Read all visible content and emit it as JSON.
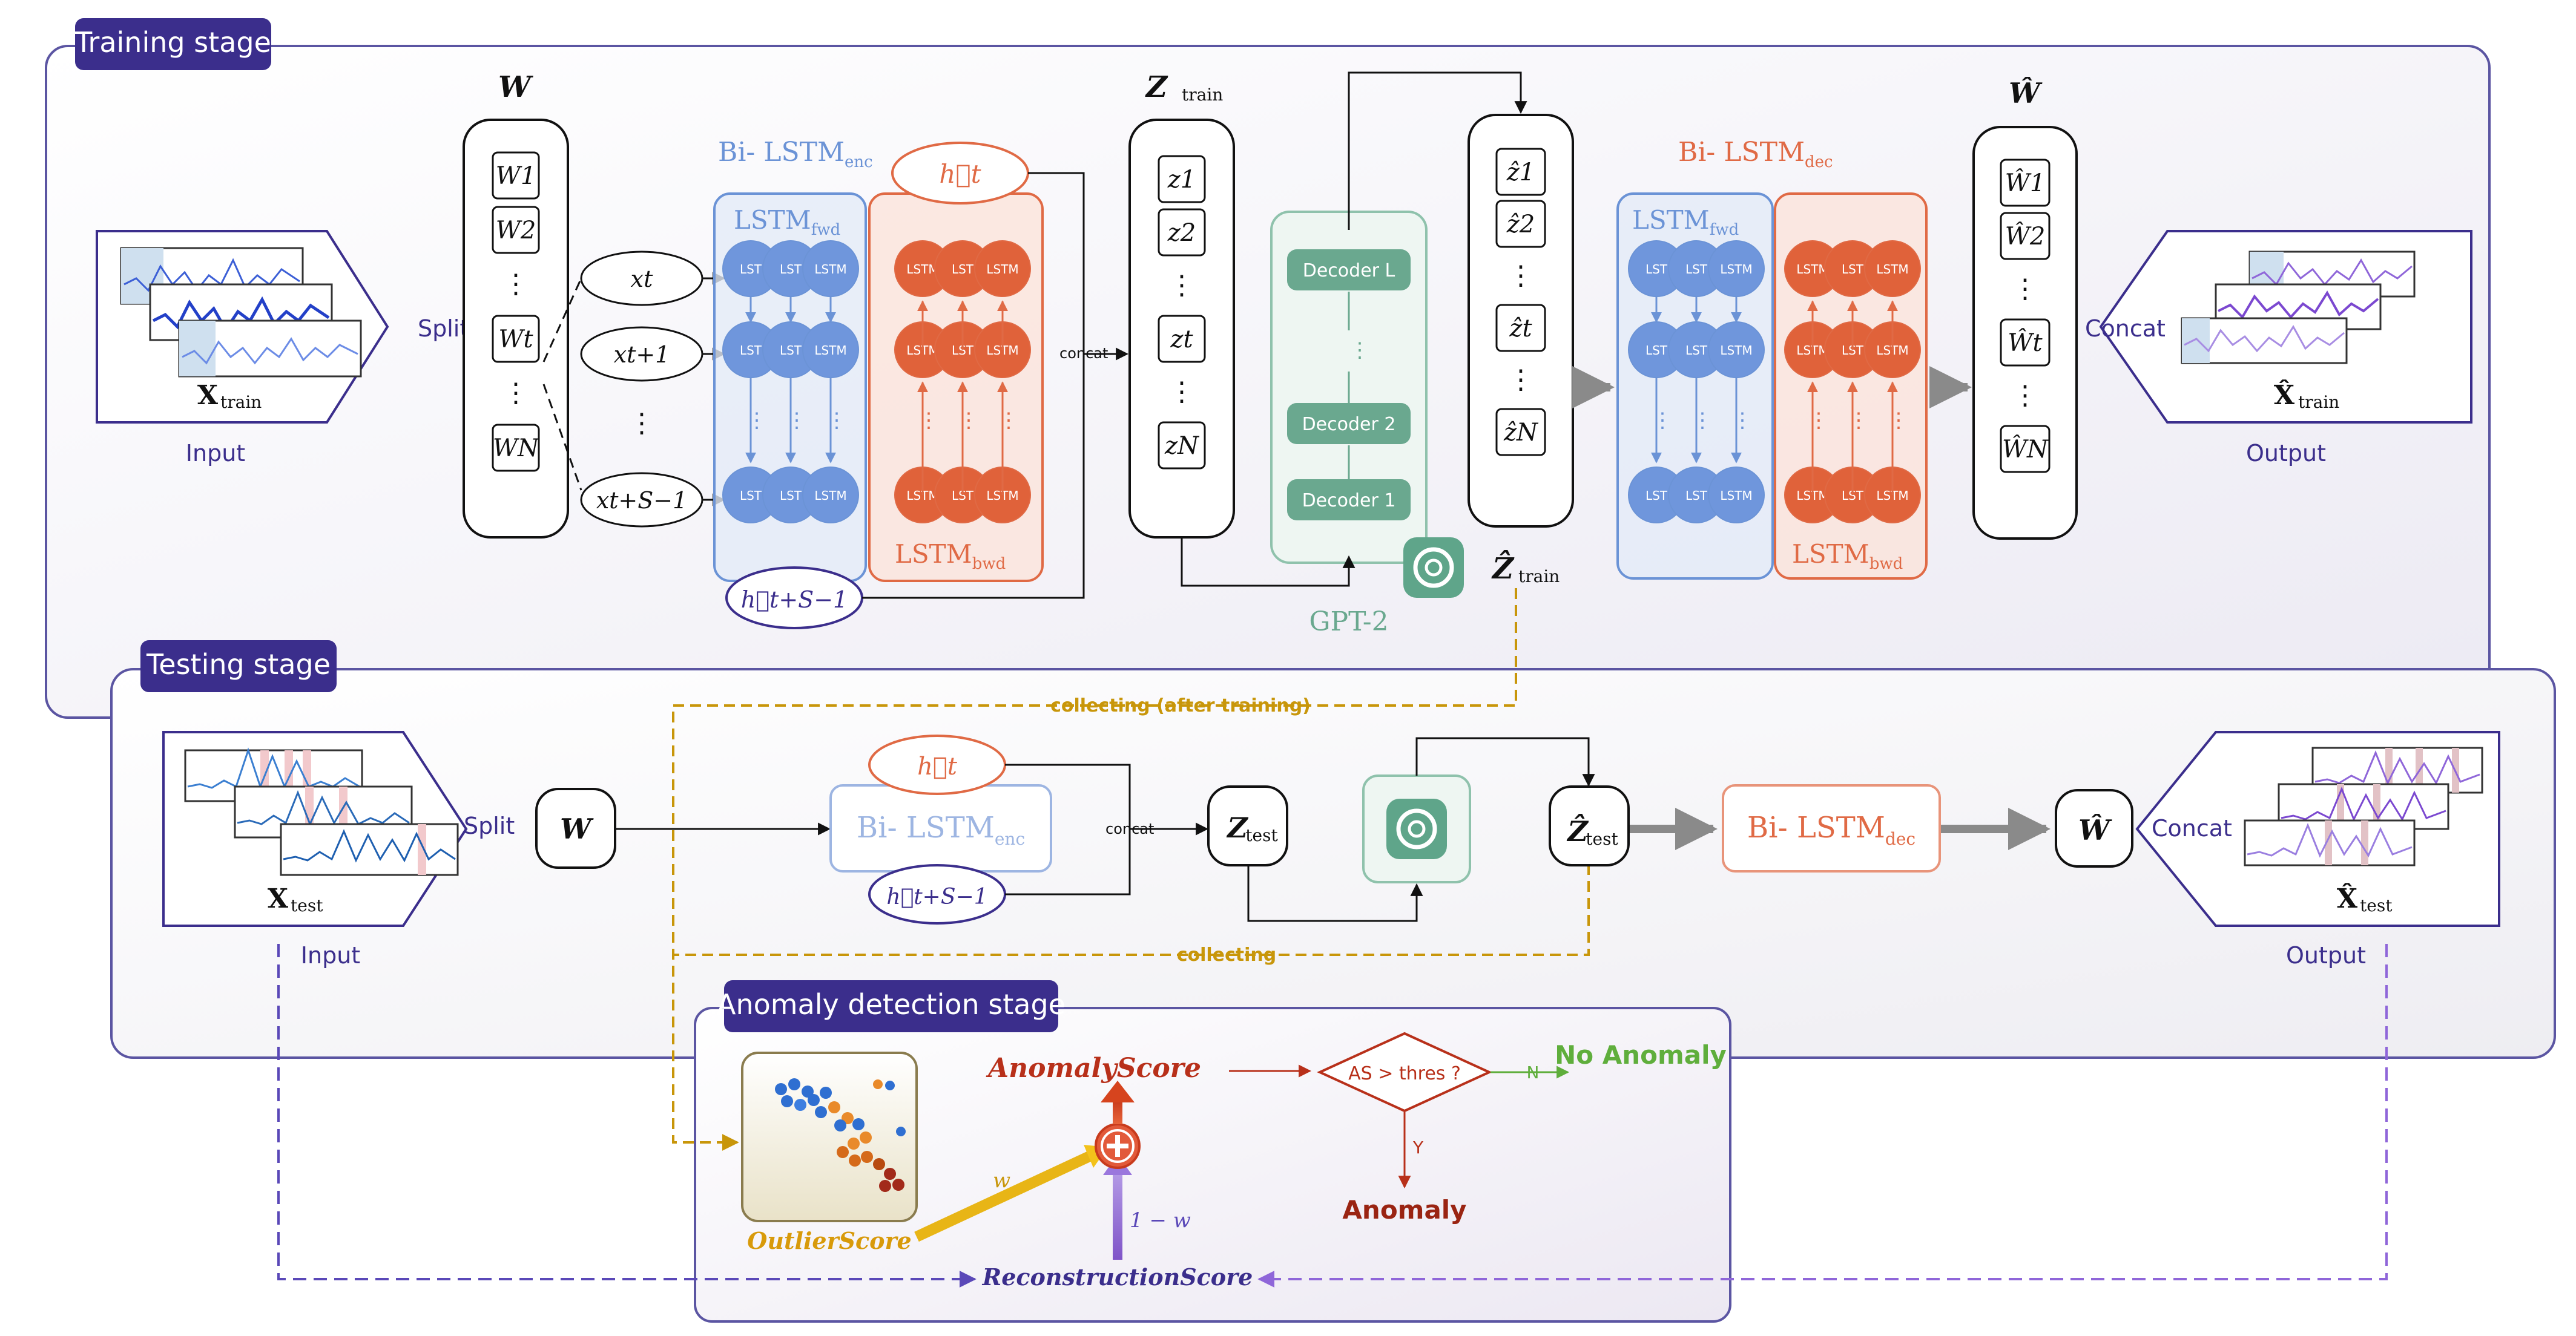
{
  "stages": {
    "training": "Training stage",
    "testing": "Testing stage",
    "anomaly": "Anomaly detection stage"
  },
  "training": {
    "input_label": "Input",
    "output_label": "Output",
    "split": "Split",
    "concat": "Concat",
    "x_train": "X",
    "x_train_sub": "train",
    "xhat_train": "X̂",
    "xhat_train_sub": "train",
    "w_title": "W",
    "w_items": [
      "W1",
      "W2",
      "⋮",
      "Wt",
      "⋮",
      "WN"
    ],
    "x_inputs": [
      "xt",
      "xt+1",
      "⋮",
      "xt+S−1"
    ],
    "enc_title": "Bi- LSTM",
    "enc_sub": "enc",
    "fwd_title": "LSTM",
    "fwd_sub": "fwd",
    "bwd_title": "LSTM",
    "bwd_sub": "bwd",
    "cell_fwd": [
      "LST",
      "LST",
      "LSTM"
    ],
    "cell_bwd": [
      "LSTM",
      "LST",
      "LSTM"
    ],
    "h_back": "h⃖t",
    "h_fwd": "h⃗t+S−1",
    "concat_small": "concat",
    "z_title": "Z",
    "z_sub": "train",
    "z_items": [
      "z1",
      "z2",
      "⋮",
      "zt",
      "⋮",
      "zN"
    ],
    "decoders": [
      "Decoder L",
      "⋮",
      "Decoder 2",
      "Decoder 1"
    ],
    "gpt2": "GPT-2",
    "zhat_items": [
      "ẑ1",
      "ẑ2",
      "⋮",
      "ẑt",
      "⋮",
      "ẑN"
    ],
    "zhat_title": "Ẑ",
    "zhat_sub": "train",
    "dec_title": "Bi- LSTM",
    "dec_sub": "dec",
    "what_title": "Ŵ",
    "what_items": [
      "Ŵ1",
      "Ŵ2",
      "⋮",
      "Ŵt",
      "⋮",
      "ŴN"
    ]
  },
  "testing": {
    "input_label": "Input",
    "output_label": "Output",
    "split": "Split",
    "concat": "Concat",
    "x_test": "X",
    "x_test_sub": "test",
    "xhat_test": "X̂",
    "xhat_test_sub": "test",
    "w": "W",
    "enc": "Bi- LSTM",
    "enc_sub": "enc",
    "h_back": "h⃖t",
    "h_fwd": "h⃗t+S−1",
    "concat_small": "concat",
    "z": "Z",
    "z_sub": "test",
    "zhat": "Ẑ",
    "zhat_sub": "test",
    "dec": "Bi- LSTM",
    "dec_sub": "dec",
    "what": "Ŵ",
    "collecting_after": "collecting (after training)",
    "collecting": "collecting"
  },
  "anomaly": {
    "anomaly_score": "AnomalyScore",
    "decision": "AS > thres ?",
    "no_branch": "N",
    "yes_branch": "Y",
    "no_anomaly": "No Anomaly",
    "anomaly": "Anomaly",
    "outlier_score": "OutlierScore",
    "reconstruction_score": "ReconstructionScore",
    "w": "w",
    "one_minus_w": "1 − w"
  },
  "colors": {
    "stage_tab": "#3b2e8c",
    "enc_blue": "#6b93d6",
    "dec_orange": "#e06a45",
    "gpt_green": "#6aa88f",
    "collect_gold": "#c8960a",
    "recon_purple": "#5a48b8",
    "anomaly_red": "#b8301a",
    "no_green": "#5fae3c"
  }
}
